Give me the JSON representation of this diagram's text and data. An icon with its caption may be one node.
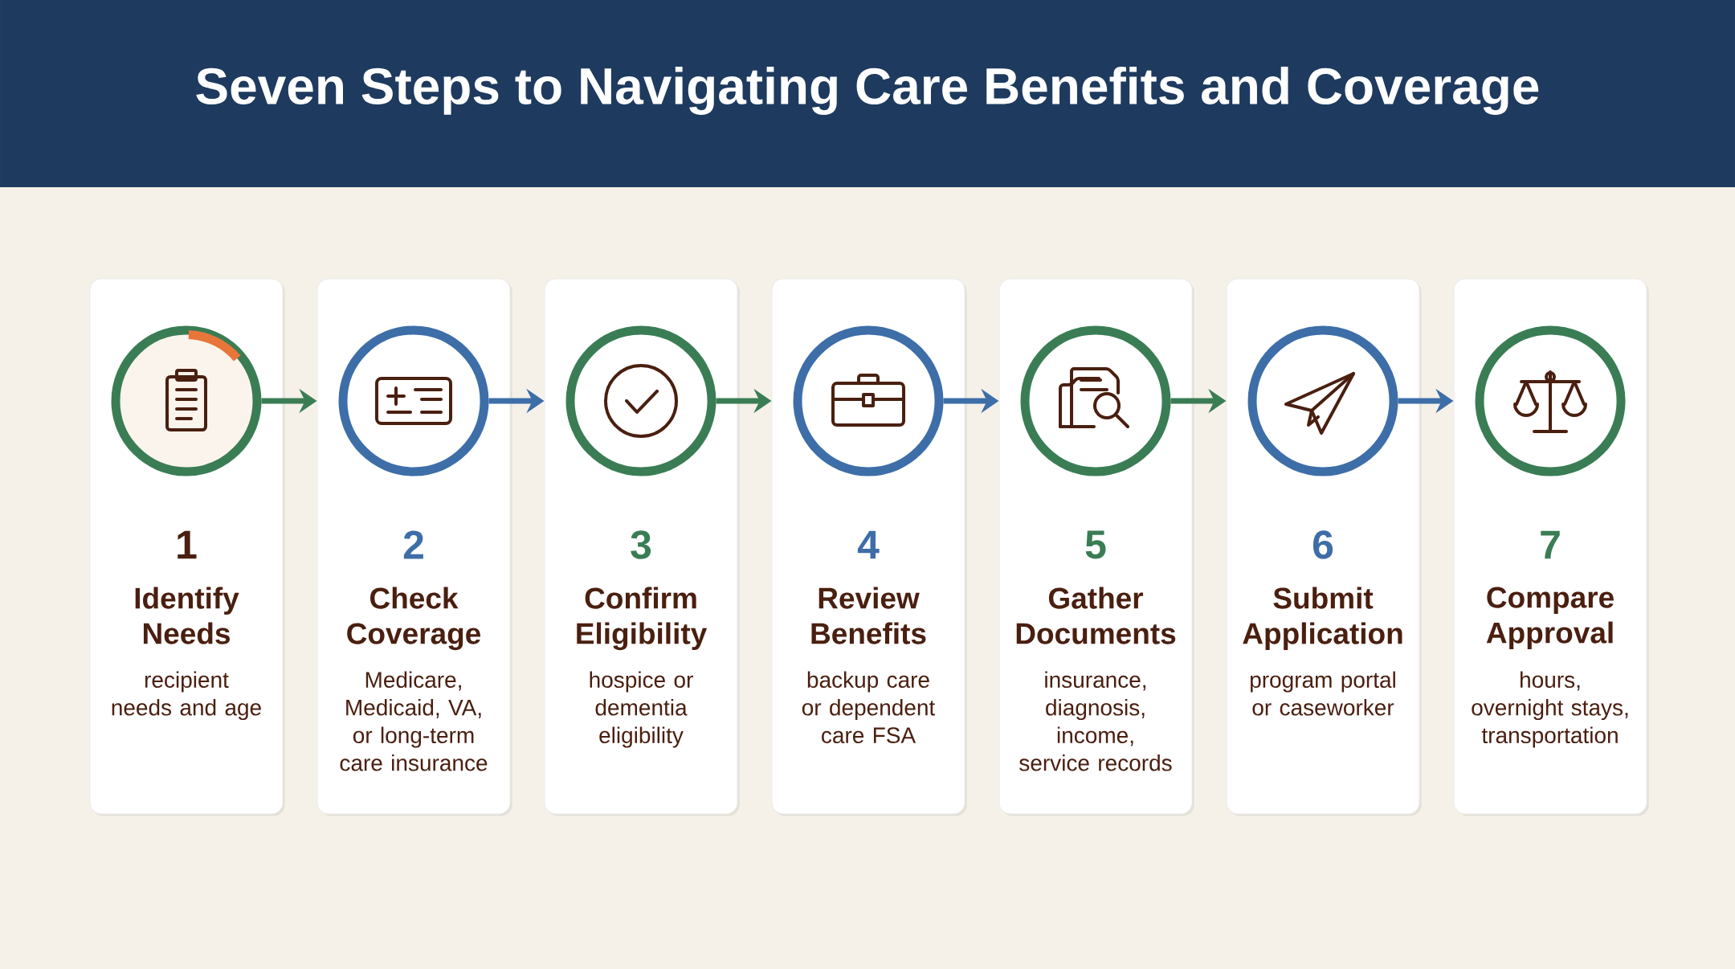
{
  "diagram": {
    "title": "Seven Steps to Navigating Care Benefits and Coverage",
    "nodes": [
      {
        "text": [
          "1",
          "Identify Needs",
          "recipient needs and age"
        ]
      },
      {
        "text": [],
        "shape": "circle",
        "in": 0
      },
      {
        "text": [
          "2",
          "Check Coverage",
          "Medicare, Medicaid, VA, or long-term care insurance"
        ]
      },
      {
        "text": [],
        "shape": "circle",
        "in": 2
      },
      {
        "text": [
          "3",
          "Confirm Eligibility",
          "hospice or dementia eligibility"
        ]
      },
      {
        "text": [],
        "shape": "circle",
        "in": 4
      },
      {
        "text": [
          "4",
          "Review Benefits",
          "backup care or dependent care FSA"
        ]
      },
      {
        "text": [],
        "shape": "circle",
        "in": 6
      },
      {
        "text": [
          "5",
          "Gather Documents",
          "insurance, diagnosis, income, service records"
        ]
      },
      {
        "text": [],
        "shape": "circle",
        "in": 8
      },
      {
        "text": [
          "6",
          "Submit Application",
          "program portal or caseworker"
        ]
      },
      {
        "text": [],
        "shape": "circle",
        "in": 10
      },
      {
        "text": [
          "7",
          "Compare Approval",
          "hours, overnight stays, transportation"
        ]
      },
      {
        "text": [],
        "shape": "circle",
        "in": 12
      }
    ],
    "edges": [
      {
        "from": 1,
        "to": 2,
        "arrow": "to",
        "color": "#3a7d55"
      },
      {
        "from": 3,
        "to": 4,
        "arrow": "to",
        "color": "#3d6ea8"
      },
      {
        "from": 5,
        "to": 6,
        "arrow": "to",
        "color": "#3a7d55"
      },
      {
        "from": 7,
        "to": 8,
        "arrow": "to",
        "color": "#3d6ea8"
      },
      {
        "from": 9,
        "to": 10,
        "arrow": "to",
        "color": "#3a7d55"
      },
      {
        "from": 11,
        "to": 12,
        "arrow": "to",
        "color": "#3d6ea8"
      }
    ]
  }
}
